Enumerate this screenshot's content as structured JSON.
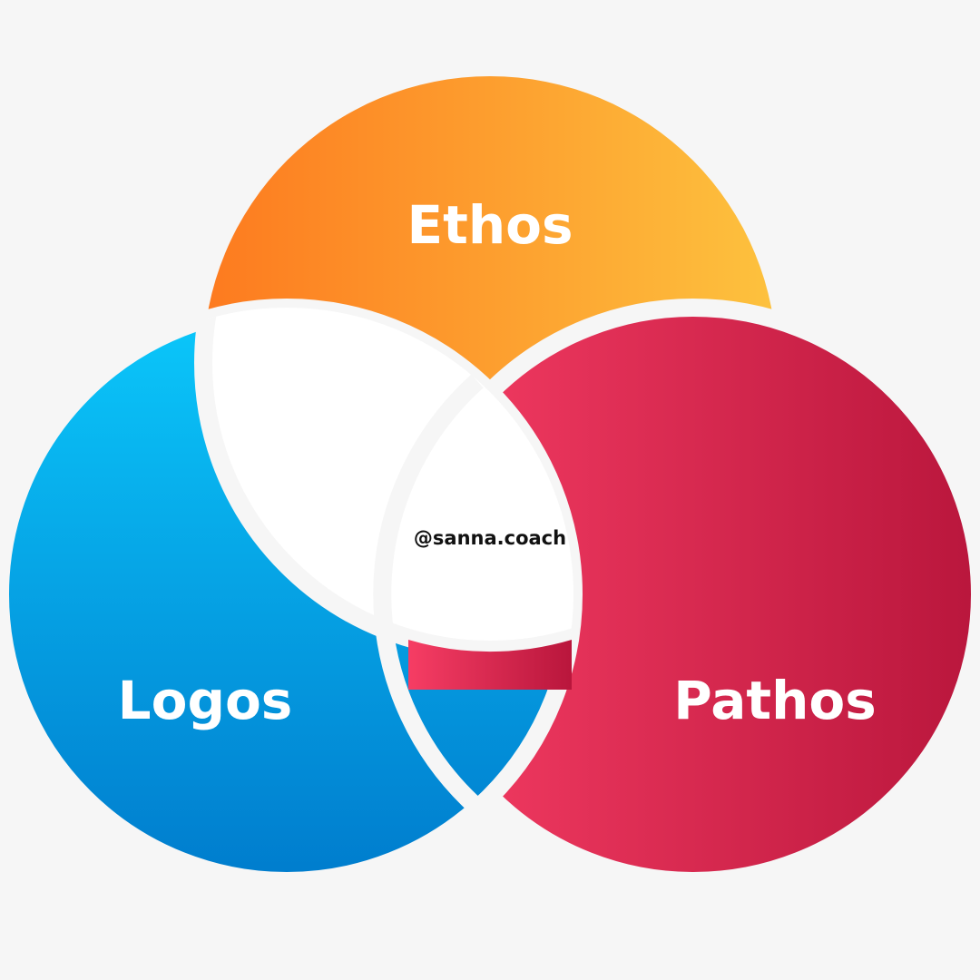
{
  "diagram": {
    "circles": [
      {
        "id": "ethos",
        "label": "Ethos",
        "gradient": [
          "#fd7a1f",
          "#fdc23e"
        ]
      },
      {
        "id": "logos",
        "label": "Logos",
        "gradient": [
          "#0bc8fb",
          "#007ccd"
        ]
      },
      {
        "id": "pathos",
        "label": "Pathos",
        "gradient": [
          "#f63d64",
          "#b9163c"
        ]
      }
    ],
    "center_label": "@sanna.coach",
    "center_fill": "#ffffff",
    "background": "#f6f6f6"
  }
}
